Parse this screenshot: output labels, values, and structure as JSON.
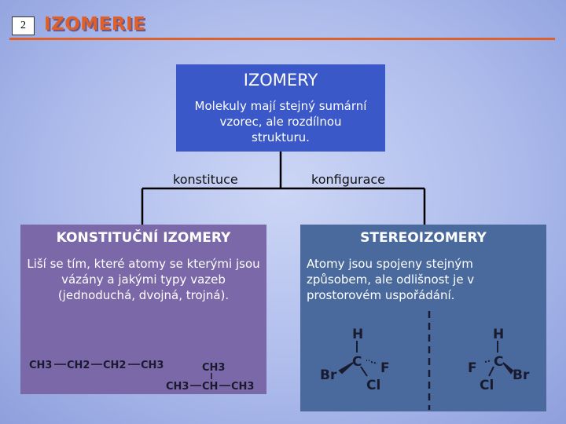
{
  "header": {
    "slide_number": "2",
    "title": "IZOMERIE"
  },
  "top_box": {
    "heading": "IZOMERY",
    "text": "Molekuly mají stejný sumární vzorec, ale rozdílnou strukturu."
  },
  "branches": {
    "left": "konstituce",
    "right": "konfigurace"
  },
  "left_box": {
    "heading": "KONSTITUČNÍ IZOMERY",
    "text": "Liší se tím, které atomy se kterými jsou vázány a jakými typy vazeb (jednoduchá, dvojná, trojná).",
    "formula_chain": [
      "CH3",
      "CH2",
      "CH2",
      "CH3"
    ],
    "formula_branched": {
      "top": "CH3",
      "bottom": [
        "CH3",
        "CH",
        "CH3"
      ]
    }
  },
  "right_box": {
    "heading": "STEREOIZOMERY",
    "text": "Atomy jsou spojeny stejným způsobem, ale odlišnost je v prostorovém uspořádání.",
    "molecule_left": {
      "top": "H",
      "center": "C",
      "left": "Br",
      "right": "F",
      "bottom": "Cl"
    },
    "molecule_right": {
      "top": "H",
      "center": "C",
      "left": "F",
      "right": "Br",
      "bottom": "Cl"
    }
  },
  "colors": {
    "title": "#e0602a",
    "top_box": "#3a58c8",
    "left_box": "#7a68a8",
    "right_box": "#4a6a9e"
  }
}
